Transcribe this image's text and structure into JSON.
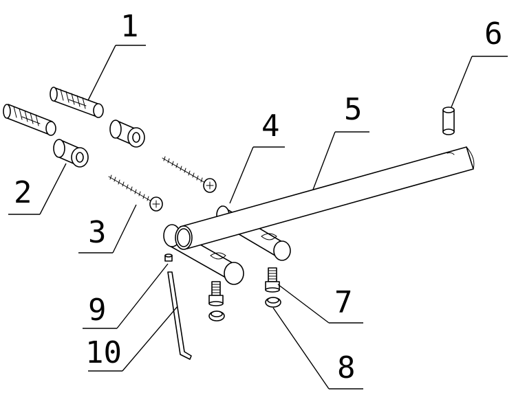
{
  "callouts": [
    {
      "label": "1"
    },
    {
      "label": "2"
    },
    {
      "label": "3"
    },
    {
      "label": "4"
    },
    {
      "label": "5"
    },
    {
      "label": "6"
    },
    {
      "label": "7"
    },
    {
      "label": "8"
    },
    {
      "label": "9"
    },
    {
      "label": "10"
    }
  ],
  "colors": {
    "line": "#000000",
    "background": "#ffffff"
  }
}
